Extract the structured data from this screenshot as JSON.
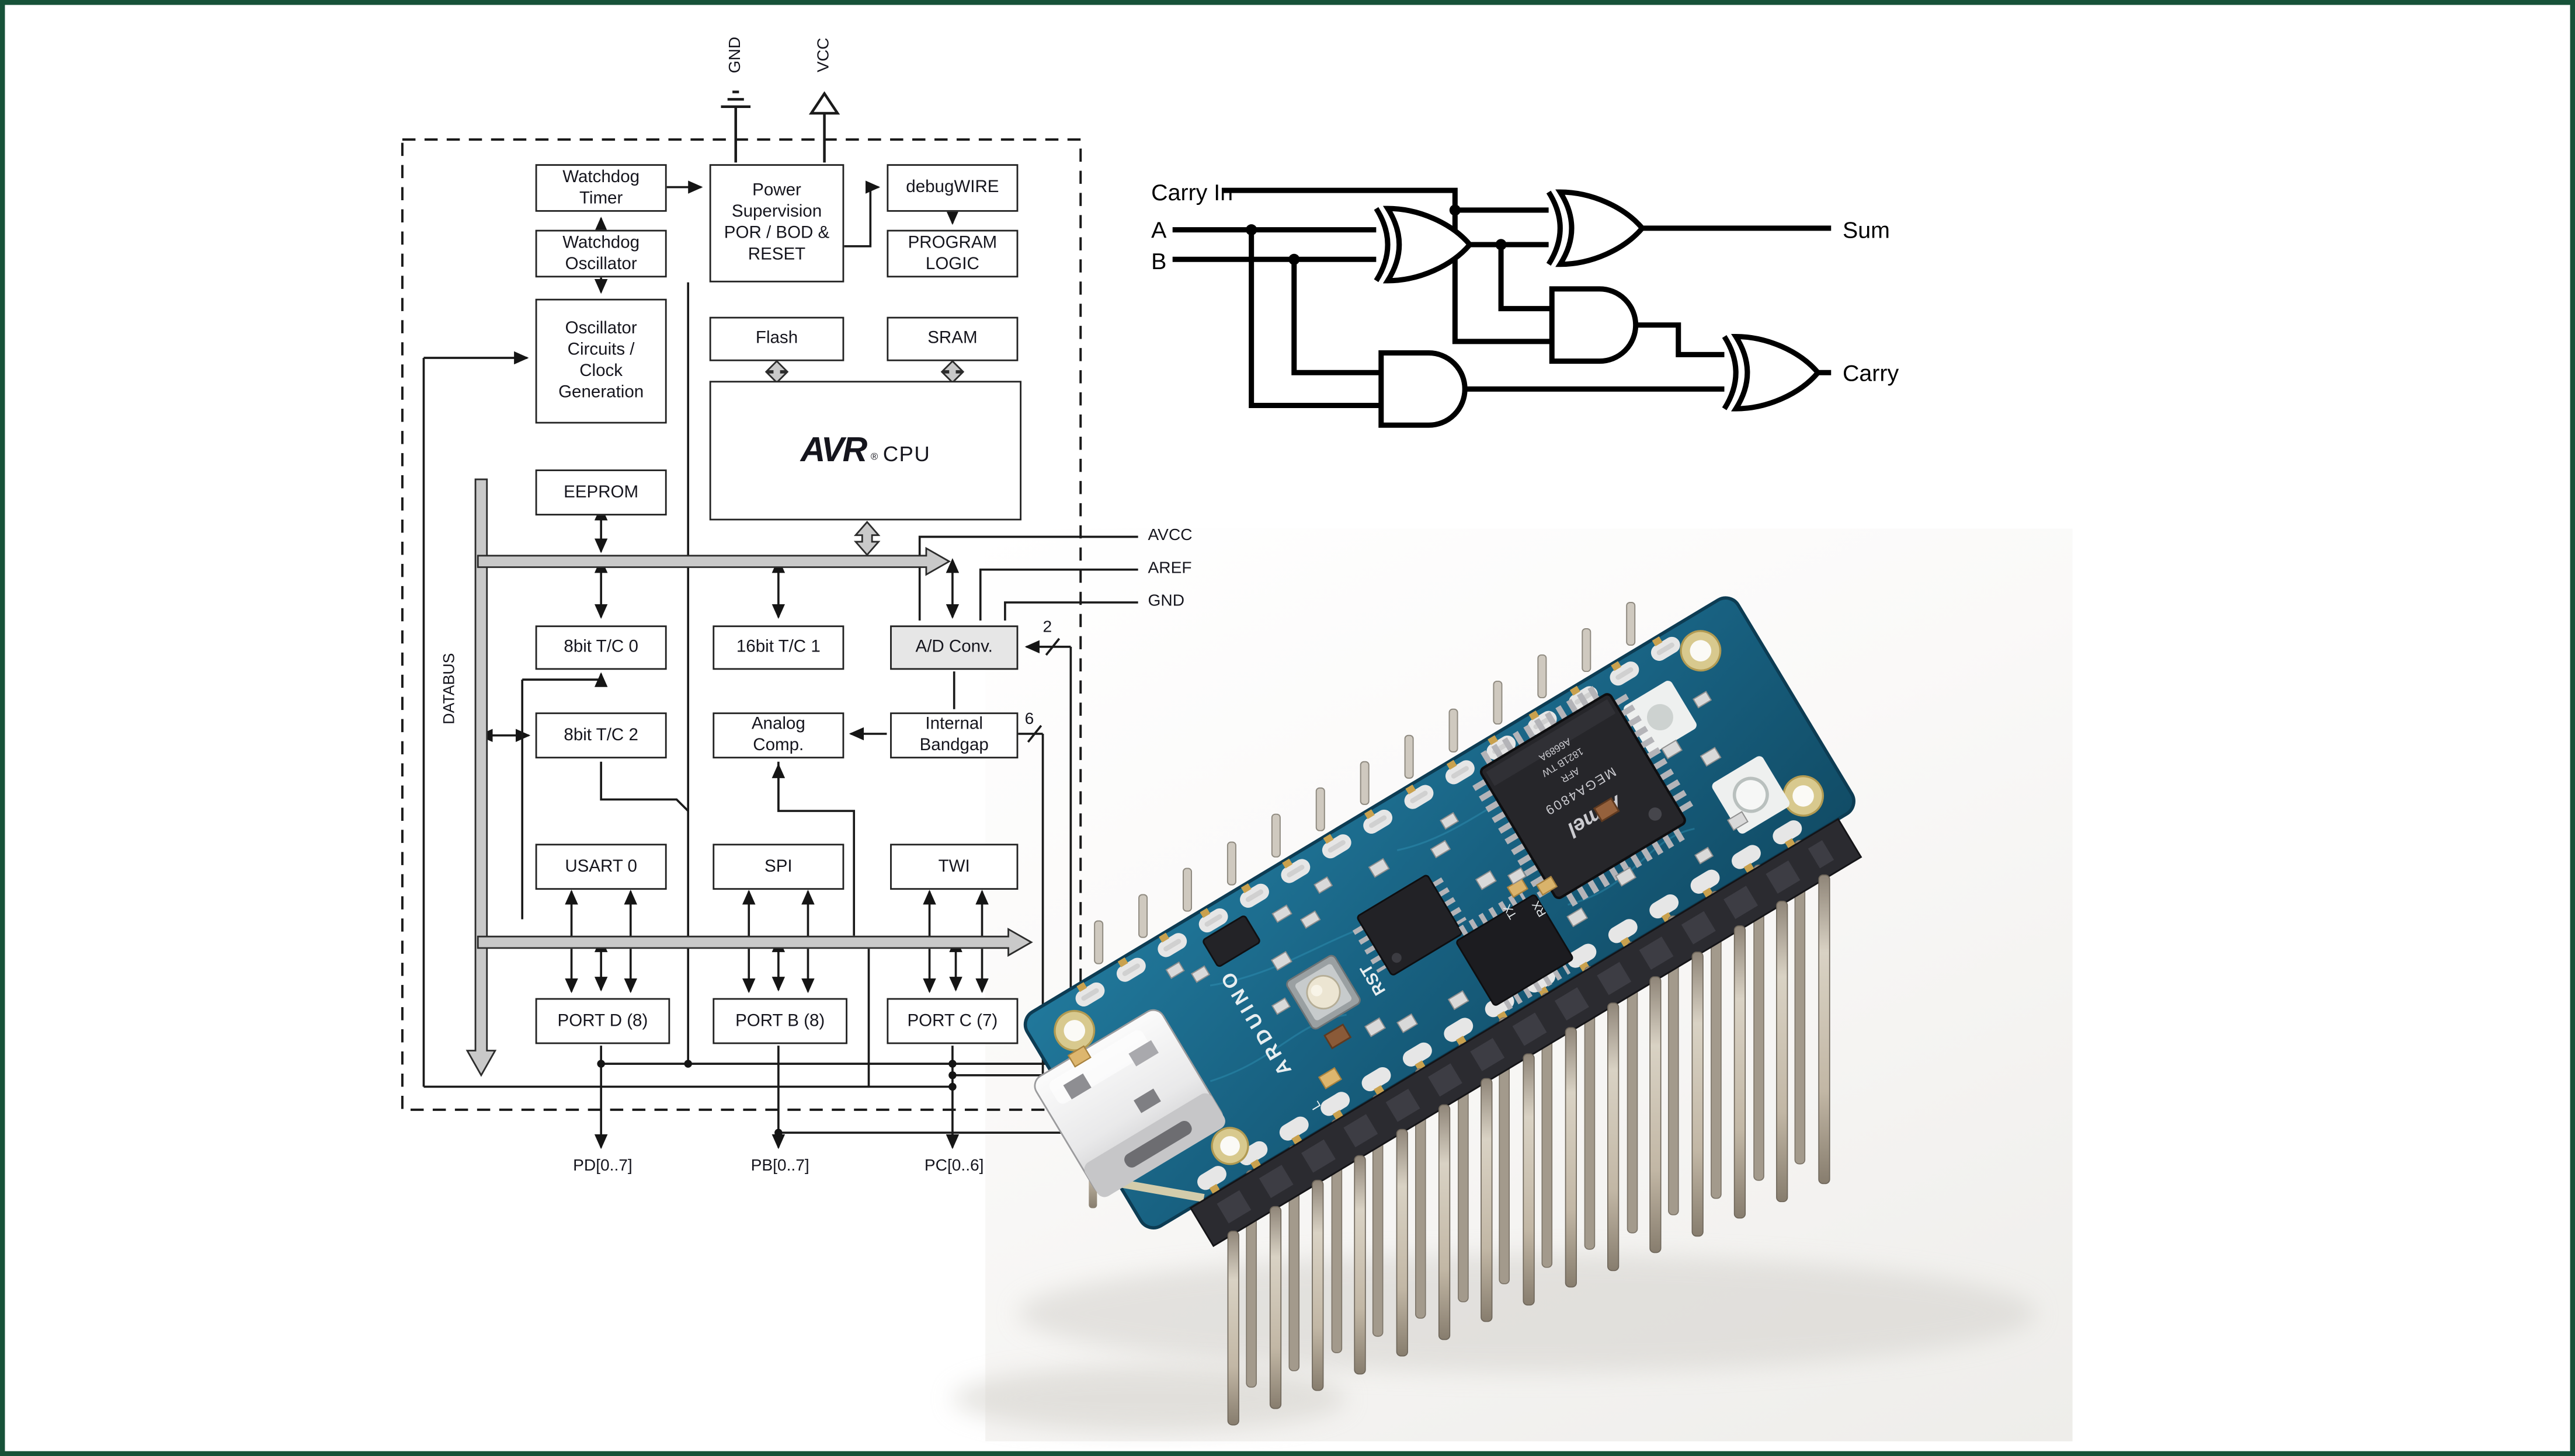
{
  "frame": {
    "border_color": "#175239"
  },
  "block_diagram": {
    "top_pins": {
      "gnd": "GND",
      "vcc": "VCC"
    },
    "blocks": {
      "watchdog_timer": "Watchdog\nTimer",
      "watchdog_oscillator": "Watchdog\nOscillator",
      "oscillator_circuits": "Oscillator\nCircuits /\nClock\nGeneration",
      "power_supervision": "Power\nSupervision\nPOR / BOD &\nRESET",
      "debugwire": "debugWIRE",
      "program_logic": "PROGRAM\nLOGIC",
      "flash": "Flash",
      "sram": "SRAM",
      "eeprom": "EEPROM",
      "tc0": "8bit T/C 0",
      "tc1": "16bit T/C 1",
      "adc": "A/D Conv.",
      "tc2": "8bit T/C 2",
      "analog_comp": "Analog\nComp.",
      "bandgap": "Internal\nBandgap",
      "usart": "USART 0",
      "spi": "SPI",
      "twi": "TWI",
      "portd": "PORT D (8)",
      "portb": "PORT B (8)",
      "portc": "PORT C (7)"
    },
    "cpu": {
      "brand": "AVR",
      "reg": "®",
      "name": "CPU"
    },
    "bus_labels": {
      "databus": "DATABUS",
      "adc_width": "2",
      "bandgap_width": "6"
    },
    "right_pins": {
      "avcc": "AVCC",
      "aref": "AREF",
      "gnd": "GND"
    },
    "port_pins": {
      "portd": "PD[0..7]",
      "portb": "PB[0..7]",
      "portc": "PC[0..6]"
    }
  },
  "full_adder": {
    "inputs": {
      "carry_in": "Carry In",
      "a": "A",
      "b": "B"
    },
    "outputs": {
      "sum": "Sum",
      "carry": "Carry"
    }
  },
  "arduino_board": {
    "silkscreen": {
      "brand": "ARDUINO",
      "reset": "RST",
      "tx": "TX",
      "rx": "RX",
      "led": "L"
    },
    "chip": {
      "brand": "Atmel",
      "part": "MEGA4809",
      "rev": "AFR",
      "lot": "1821B TW",
      "code": "A6689A"
    },
    "colors": {
      "pcb": "#19637f",
      "header": "#2b2b30",
      "pin": "#c3b8a6"
    }
  }
}
